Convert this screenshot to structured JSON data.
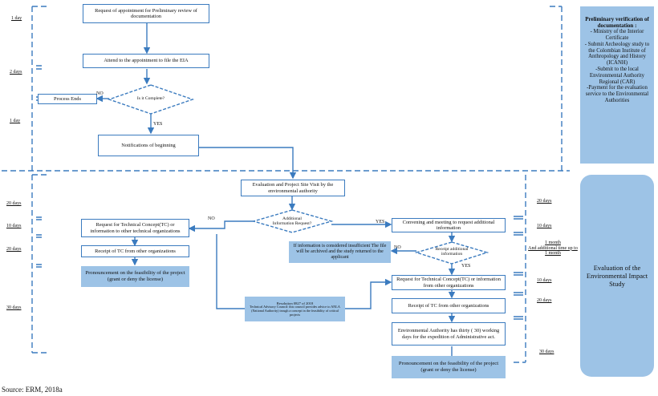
{
  "colors": {
    "line": "#3b7bbf",
    "fill": "#9dc3e6",
    "text": "#111111"
  },
  "stage1": {
    "request_appointment": "Request of appointment for Preliminary review of documentation",
    "attend_appointment": "Attend to the appointment to file the EIA",
    "is_complete": "Is it Complete?",
    "process_ends": "Process Ends",
    "notifications": "Notifications of beginning",
    "no_label": "NO",
    "yes_label": "YES"
  },
  "stage1_times": [
    "1 day",
    "2 days",
    "1 day"
  ],
  "stage2": {
    "evaluation_visit": "Evaluation and Project Site Visit by the environmental authority",
    "additional_info_request": "Additional Information Request?",
    "no_label": "NO",
    "yes_label": "YES",
    "request_tc_other": "Request for Technical Concept(TC) or information to other technical organizations",
    "receipt_tc_left": "Receipt of TC from other organizations",
    "pronouncement_left": "Pronouncement on the feasibility of the project (grant or deny the license)",
    "convening_meeting": "Convening and meeting to request additional information",
    "insufficient_info": "If information is considered insufficient The file will be archived and the study returned to the applicant",
    "receipt_additional": "Receipt additional information",
    "no_label2": "NO",
    "yes_label2": "YES",
    "request_tc_right": "Request for Technical Concept(TC) or information from other organizations",
    "receipt_tc_right": "Receipt of TC from other organizations",
    "thirty_days": "Environmental Authority has thirty ( 30) working days for the expedition of Administrative act.",
    "pronouncement_right": "Pronouncement on the feasibility of the project (grant or deny the license)",
    "resolution_title": "Resolution 0827 of 2018",
    "resolution_text": "Technical Advisory Council: this council provides advice to ANLA (National Authority) trough a concept in the feasibility of critical projects"
  },
  "stage2_times_left": [
    "20 days",
    "10 days",
    "20 days",
    "30 days"
  ],
  "stage2_times_right": [
    "20 days",
    "10 days",
    "1 month",
    "And additional time up to 1 month",
    "10 days",
    "20 days",
    "30 days"
  ],
  "panel_top": {
    "title": "Preliminary verification of documentation :",
    "items": [
      "- Ministry of the Interior Certificate",
      "- Submit Archeology study to the Colombian Institute of Anthropology and History (ICANH)",
      "-Submit to the local Environmental Authority Regional (CAR)",
      "-Payment for the evaluation service to the Environmental Authorities"
    ]
  },
  "panel_bottom": {
    "title": "Evaluation of the Environmental Impact Study"
  },
  "source": "Source: ERM, 2018a"
}
